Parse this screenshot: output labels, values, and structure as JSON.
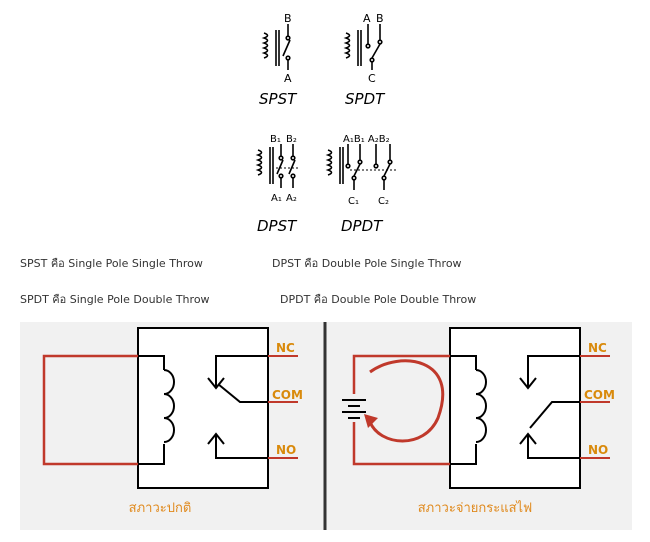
{
  "symbols": {
    "spst": {
      "name": "SPST",
      "top": "B",
      "bottom": "A"
    },
    "spdt": {
      "name": "SPDT",
      "top_left": "A",
      "top_right": "B",
      "bottom": "C"
    },
    "dpst": {
      "name": "DPST",
      "top_left": "B₁",
      "top_right": "B₂",
      "bottom_left": "A₁",
      "bottom_right": "A₂"
    },
    "dpdt": {
      "name": "DPDT",
      "top": "A₁B₁ A₂B₂",
      "bottom_left": "C₁",
      "bottom_right": "C₂"
    }
  },
  "descriptions": {
    "spst": "SPST คือ Single Pole Single Throw",
    "dpst": "DPST คือ Double Pole Single Throw",
    "spdt": "SPDT คือ Single Pole Double Throw",
    "dpdt": "DPDT คือ Double Pole Double Throw"
  },
  "relay_panel": {
    "left_caption": "สภาวะปกติ",
    "right_caption": "สภาวะจ่ายกระแสไฟ",
    "terminals": {
      "nc": "NC",
      "com": "COM",
      "no": "NO"
    }
  },
  "colors": {
    "wire": "#c0392b",
    "caption": "#e08a1e",
    "terminal_label": "#d98a0c",
    "panel_bg": "#f1f1f1",
    "divider": "#333333"
  }
}
